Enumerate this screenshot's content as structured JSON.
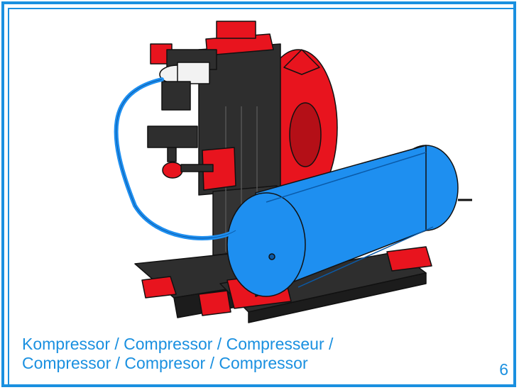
{
  "illustration": {
    "icon": "compressor-model-icon"
  },
  "caption": {
    "line1": "Kompressor / Compressor / Compresseur /",
    "line2": "Compressor / Compresor / Compressor"
  },
  "page_number": "6",
  "colors": {
    "accent_blue": "#1a90e0",
    "tank_blue": "#1e8ff0",
    "part_red": "#e8141e",
    "part_black": "#2e2e2e"
  }
}
